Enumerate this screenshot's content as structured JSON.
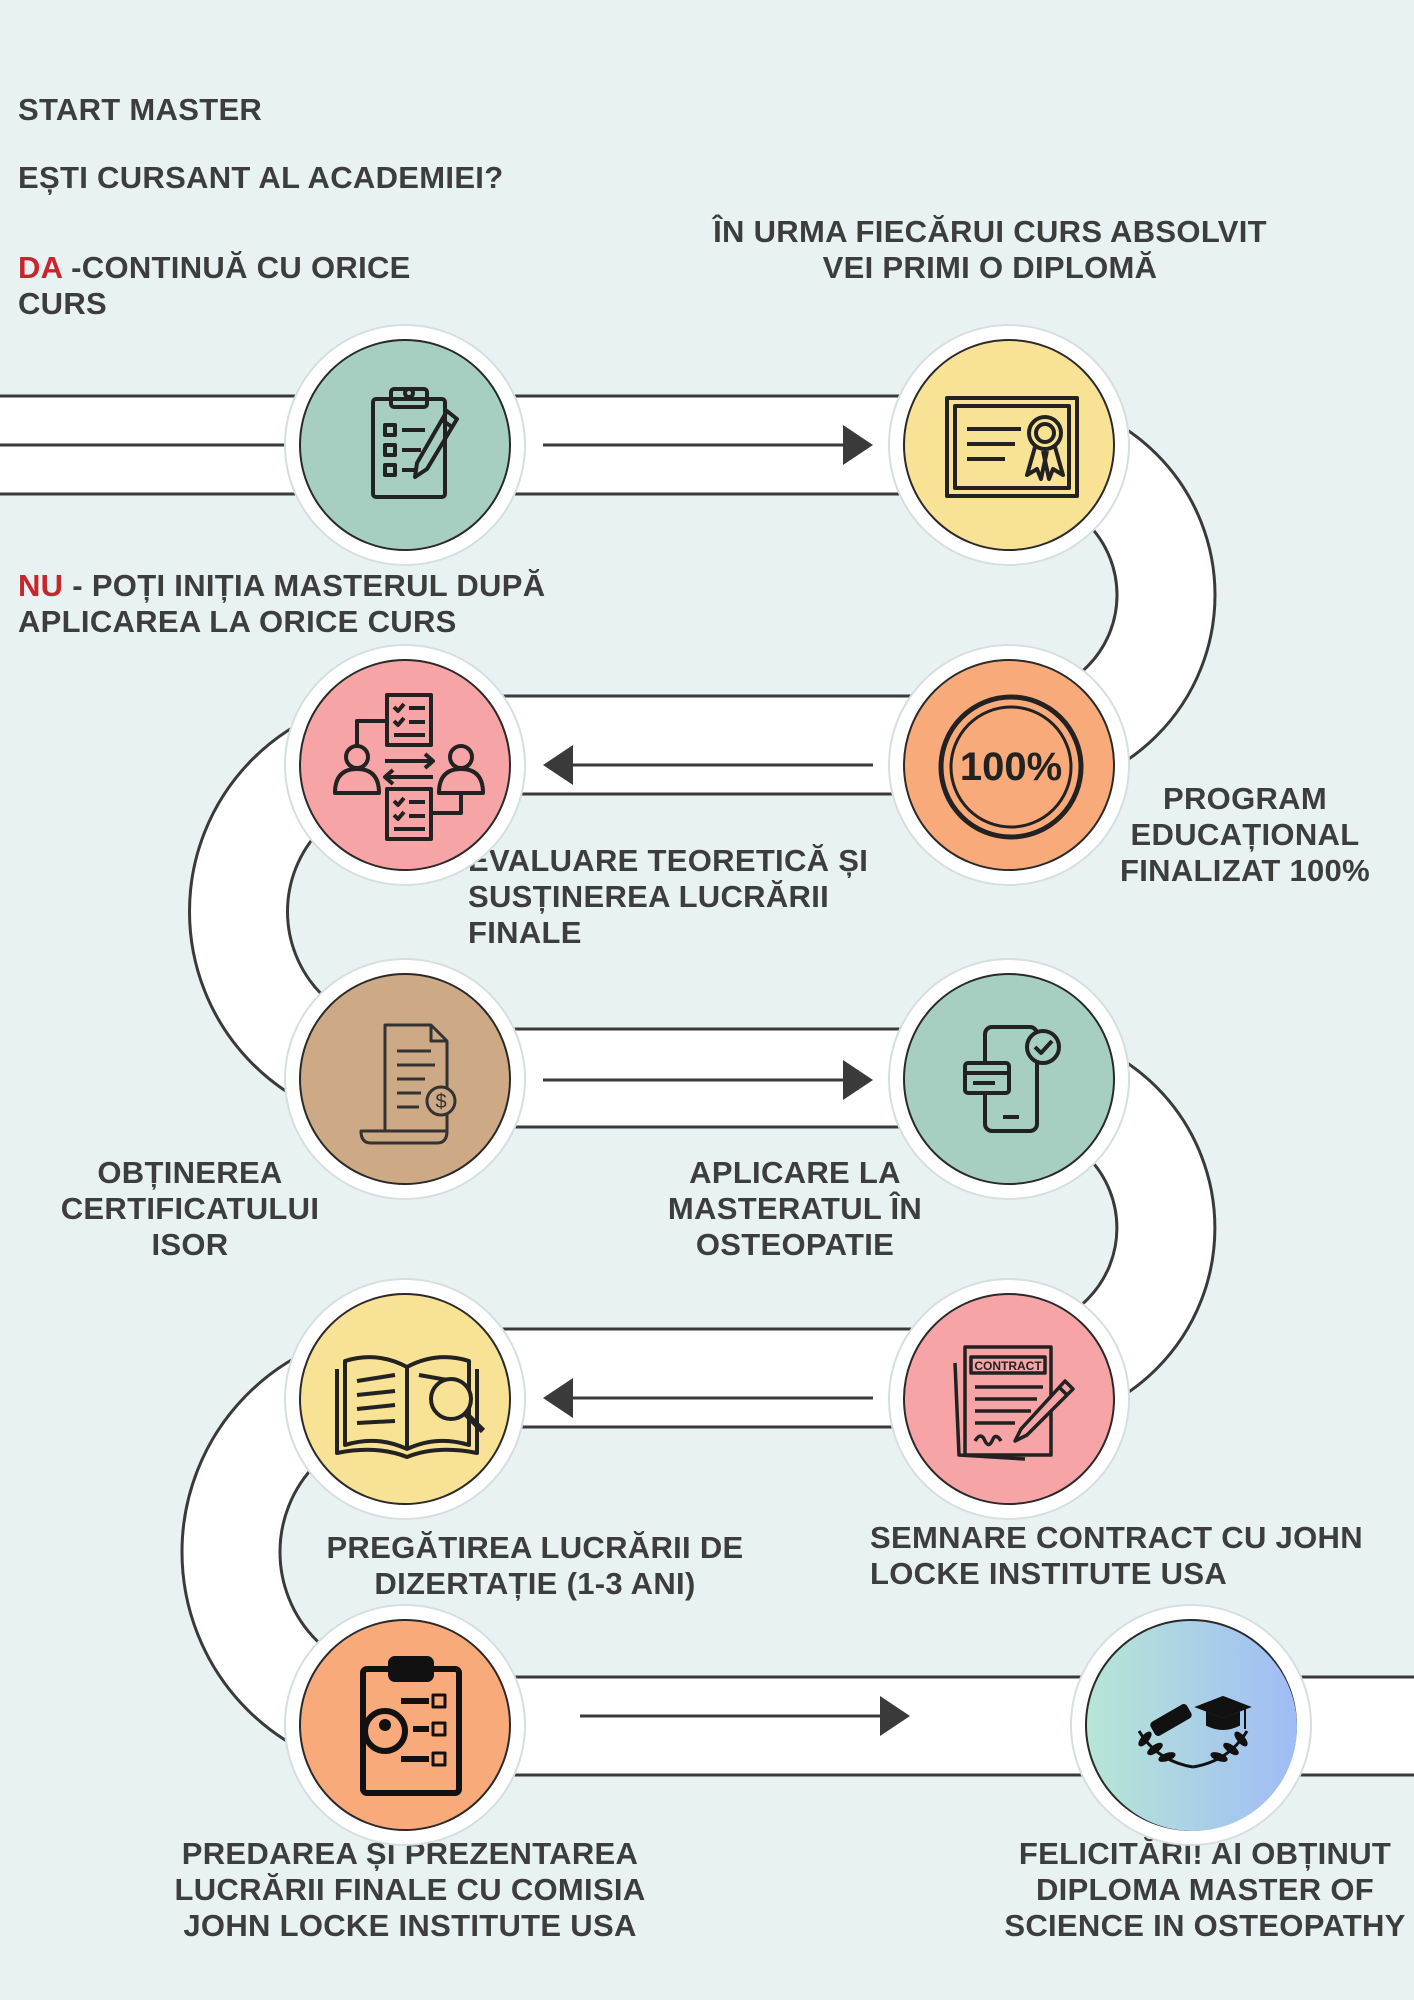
{
  "intro": {
    "title": "START MASTER",
    "question": "EȘTI CURSANT AL ACADEMIEI?",
    "yes_keyword": "DA",
    "yes_text": " -CONTINUĂ CU ORICE CURS",
    "no_keyword": "NU",
    "no_text": " - POȚI INIȚIA MASTERUL DUPĂ APLICAREA LA ORICE CURS"
  },
  "steps": [
    {
      "id": "course",
      "icon": "clipboard-checklist-icon",
      "color": "#a6cfc1",
      "label": ""
    },
    {
      "id": "diploma",
      "icon": "certificate-diploma-icon",
      "color": "#f8e296",
      "label": "ÎN URMA FIECĂRUI CURS ABSOLVIT VEI PRIMI O DIPLOMĂ"
    },
    {
      "id": "completed",
      "icon": "hundred-percent-badge-icon",
      "color": "#f8aa7b",
      "label": "PROGRAM EDUCAȚIONAL FINALIZAT 100%"
    },
    {
      "id": "evaluation",
      "icon": "evaluation-exchange-icon",
      "color": "#f6a4a6",
      "label": "EVALUARE TEORETICĂ ȘI SUSȚINEREA LUCRĂRII FINALE"
    },
    {
      "id": "certificate",
      "icon": "document-dollar-icon",
      "color": "#cea986",
      "label": "OBȚINEREA CERTIFICATULUI ISOR"
    },
    {
      "id": "apply",
      "icon": "mobile-application-icon",
      "color": "#a6cfc1",
      "label": "APLICARE LA MASTERATUL ÎN OSTEOPATIE"
    },
    {
      "id": "contract",
      "icon": "contract-signing-icon",
      "color": "#f6a4a6",
      "contract_word": "CONTRACT",
      "label": "SEMNARE CONTRACT CU JOHN LOCKE INSTITUTE USA"
    },
    {
      "id": "dissertation",
      "icon": "open-book-magnifier-icon",
      "color": "#f8e296",
      "label": "PREGĂTIREA LUCRĂRII DE DIZERTAȚIE (1-3 ANI)"
    },
    {
      "id": "presentation",
      "icon": "clipboard-person-icon",
      "color": "#f8aa7b",
      "label": "PREDAREA ȘI PREZENTAREA LUCRĂRII FINALE CU COMISIA JOHN LOCKE INSTITUTE USA"
    },
    {
      "id": "graduation",
      "icon": "graduation-laurel-icon",
      "color": "#b7e6d6",
      "color2": "#9fbcf5",
      "label": "FELICITĂRI! AI OBȚINUT DIPLOMA MASTER OF SCIENCE IN OSTEOPATHY"
    }
  ]
}
